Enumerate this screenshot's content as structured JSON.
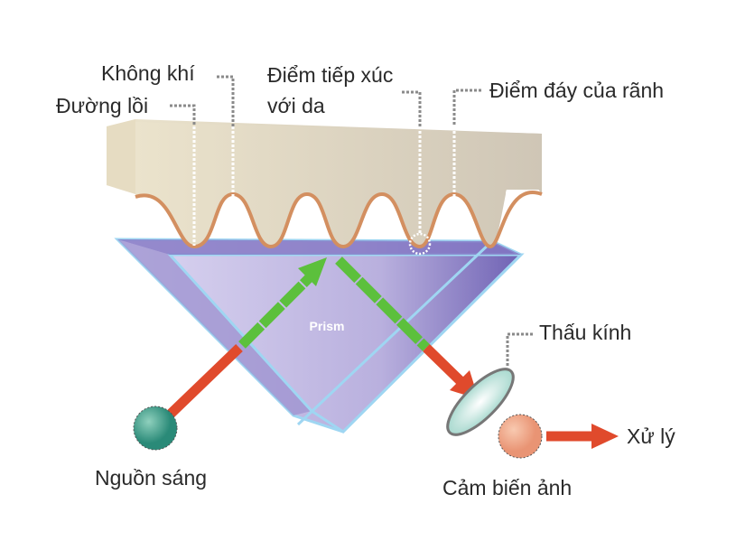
{
  "labels": {
    "air": "Không khí",
    "ridge": "Đường lồi",
    "contact": "Điểm tiếp xúc",
    "contact2": "với da",
    "valley": "Điểm đáy của rãnh",
    "prism": "Prism",
    "lens": "Thấu kính",
    "source": "Nguồn sáng",
    "sensor": "Cảm biến ảnh",
    "process": "Xử lý"
  },
  "colors": {
    "skin": "#d8cfbc",
    "skin_edge": "#d38f60",
    "prism": "#b6addc",
    "ray_in": "#e04a2c",
    "ray_reflect": "#5cc03c",
    "source": "#2f9a86",
    "sensor": "#f0a98a"
  }
}
